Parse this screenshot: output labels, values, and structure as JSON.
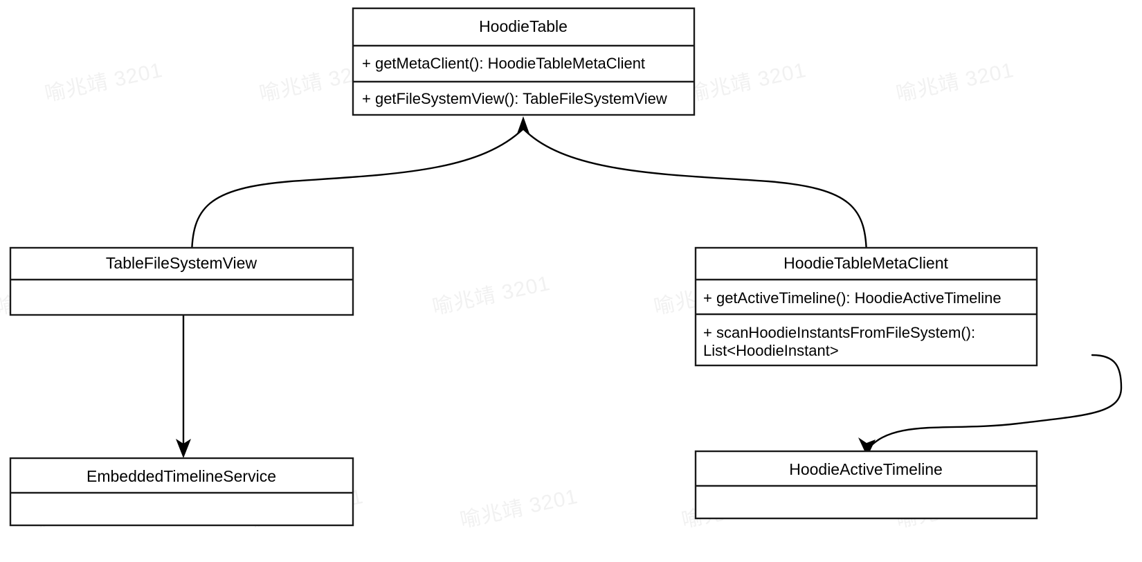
{
  "diagram": {
    "kind": "uml-class-diagram",
    "background_color": "#ffffff",
    "line_color": "#000000",
    "text_color": "#000000",
    "watermark": {
      "text": "喻兆靖 3201",
      "color": "#f1f1f1",
      "rotation_deg": -12
    },
    "classes": [
      {
        "id": "hoodie-table",
        "name": "HoodieTable",
        "members": [
          "+ getMetaClient(): HoodieTableMetaClient",
          "+ getFileSystemView(): TableFileSystemView"
        ]
      },
      {
        "id": "table-file-system-view",
        "name": "TableFileSystemView",
        "members": []
      },
      {
        "id": "hoodie-table-meta-client",
        "name": "HoodieTableMetaClient",
        "members": [
          "+ getActiveTimeline(): HoodieActiveTimeline",
          "+ scanHoodieInstantsFromFileSystem():",
          "List<HoodieInstant>"
        ]
      },
      {
        "id": "embedded-timeline-service",
        "name": "EmbeddedTimelineService",
        "members": []
      },
      {
        "id": "hoodie-active-timeline",
        "name": "HoodieActiveTimeline",
        "members": []
      }
    ],
    "edges": [
      {
        "id": "edge-tablefilesystemview-to-hoodietable",
        "from": "TableFileSystemView",
        "to": "HoodieTable",
        "arrow": "solid-filled-arrowhead",
        "style": "curved"
      },
      {
        "id": "edge-metaclient-to-hoodietable",
        "from": "HoodieTableMetaClient",
        "to": "HoodieTable",
        "arrow": "solid-filled-arrowhead",
        "style": "curved"
      },
      {
        "id": "edge-tablefilesystemview-to-embeddedtimelineservice",
        "from": "TableFileSystemView",
        "to": "EmbeddedTimelineService",
        "arrow": "solid-filled-arrowhead",
        "style": "straight"
      },
      {
        "id": "edge-metaclient-to-activetimeline",
        "from": "HoodieTableMetaClient",
        "to": "HoodieActiveTimeline",
        "arrow": "solid-filled-arrowhead",
        "style": "curved"
      }
    ]
  }
}
